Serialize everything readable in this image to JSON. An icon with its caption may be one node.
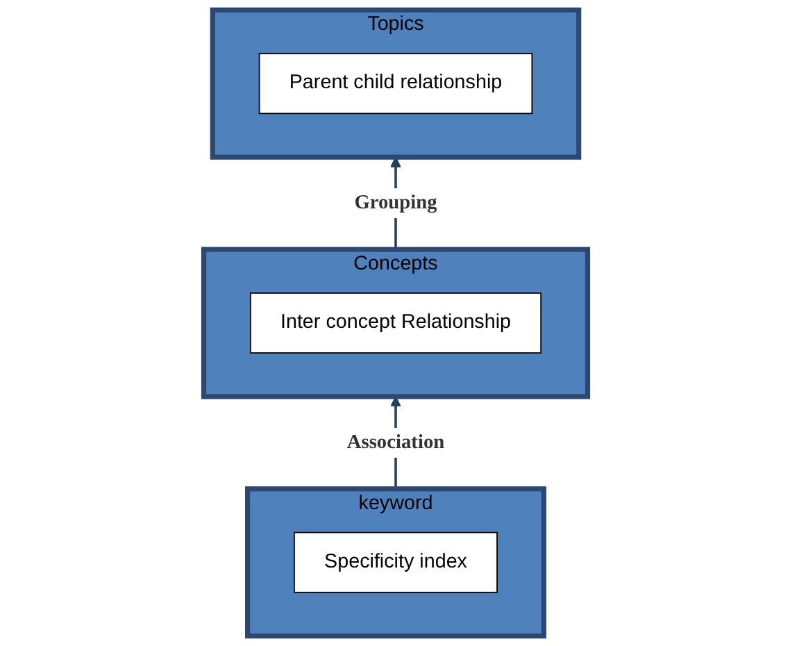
{
  "diagram": {
    "nodes": [
      {
        "text": [
          "Topics"
        ]
      },
      {
        "text": [
          "Parent child relationship"
        ],
        "in": 0
      },
      {
        "text": [
          "Concepts"
        ]
      },
      {
        "text": [
          "Inter concept Relationship"
        ],
        "in": 2
      },
      {
        "text": [
          "keyword"
        ]
      },
      {
        "text": [
          "Specificity index"
        ],
        "in": 4
      }
    ],
    "edges": [
      {
        "from": 2,
        "to": 0,
        "arrow": "to",
        "label": "Grouping"
      },
      {
        "from": 4,
        "to": 2,
        "arrow": "to",
        "label": "Association"
      }
    ]
  }
}
